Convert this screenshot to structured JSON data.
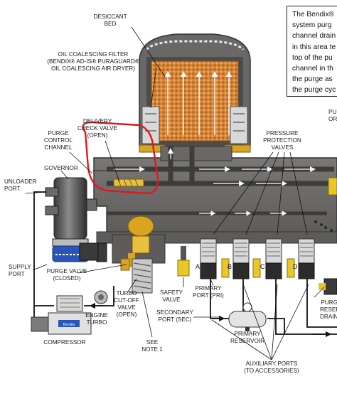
{
  "note_box": {
    "lines": [
      "The Bendix®",
      "system purg",
      "channel drain",
      "in this area te",
      "top of the pu",
      "channel in th",
      "the purge as",
      "the purge cyc"
    ]
  },
  "labels": {
    "desiccant_bed": [
      "DESICCANT",
      "BED"
    ],
    "oil_filter": [
      "OIL COALESCING FILTER",
      "(BENDIX® AD-IS® PURAGUARD®",
      "OIL COALESCING AIR DRYER)"
    ],
    "delivery_check": [
      "DELIVERY",
      "CHECK VALVE",
      "(OPEN)"
    ],
    "purge_channel": [
      "PURGE",
      "CONTROL",
      "CHANNEL"
    ],
    "governor": [
      "GOVERNOR"
    ],
    "unloader_port": [
      "UNLOADER",
      "PORT"
    ],
    "pressure_protection": [
      "PRESSURE",
      "PROTECTION",
      "VALVES"
    ],
    "top_right": [
      "PU",
      "OR"
    ],
    "supply_port": [
      "SUPPLY",
      "PORT"
    ],
    "purge_valve": [
      "PURGE VALVE",
      "(CLOSED)"
    ],
    "turbo_cutoff": [
      "TURBO",
      "CUT-OFF",
      "VALVE",
      "(OPEN)"
    ],
    "engine_turbo": [
      "ENGINE",
      "TURBO"
    ],
    "compressor": [
      "COMPRESSOR"
    ],
    "see_note": [
      "SEE",
      "NOTE 1"
    ],
    "safety_valve": [
      "SAFETY",
      "VALVE"
    ],
    "primary_port": [
      "PRIMARY",
      "PORT (PRI)"
    ],
    "secondary_port": [
      "SECONDARY",
      "PORT (SEC)"
    ],
    "primary_reservoir": [
      "PRIMARY",
      "RESERVOIR"
    ],
    "auxiliary_ports": [
      "AUXILIARY PORTS",
      "(TO ACCESSORIES)"
    ],
    "purge_reservoir_drain": [
      "PURGE",
      "RESERVOIR",
      "DRAIN VALVE"
    ]
  },
  "port_letters": [
    "A",
    "B",
    "C",
    "D"
  ],
  "compressor_badge": "Bendix",
  "colors": {
    "housing": "#6e6c6a",
    "housing_dark": "#4a4846",
    "desiccant": "#d9893a",
    "brass": "#d9a520",
    "red_callout": "#e01818",
    "blue_cap": "#2a55b8",
    "flow_arrow": "#ffffff"
  }
}
